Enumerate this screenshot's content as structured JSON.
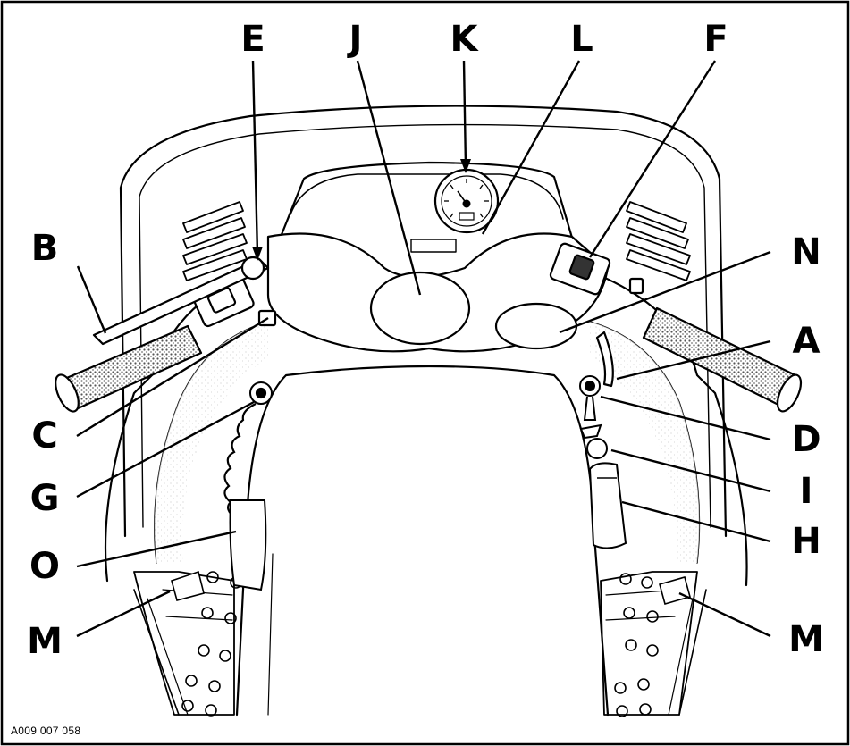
{
  "figure": {
    "reference_code": "A009 007 058",
    "callouts": [
      {
        "id": "E",
        "text": "E"
      },
      {
        "id": "J",
        "text": "J"
      },
      {
        "id": "K",
        "text": "K"
      },
      {
        "id": "L",
        "text": "L"
      },
      {
        "id": "F",
        "text": "F"
      },
      {
        "id": "B",
        "text": "B"
      },
      {
        "id": "N",
        "text": "N"
      },
      {
        "id": "A",
        "text": "A"
      },
      {
        "id": "C",
        "text": "C"
      },
      {
        "id": "D",
        "text": "D"
      },
      {
        "id": "G",
        "text": "G"
      },
      {
        "id": "I",
        "text": "I"
      },
      {
        "id": "H",
        "text": "H"
      },
      {
        "id": "O",
        "text": "O"
      },
      {
        "id": "M_left",
        "text": "M"
      },
      {
        "id": "M_right",
        "text": "M"
      }
    ]
  },
  "colors": {
    "ink": "#000000",
    "paper": "#ffffff",
    "grip": "#7a7a7a"
  },
  "icons": [
    "speedometer-icon",
    "ignition-key-icon",
    "tether-cord-icon"
  ]
}
